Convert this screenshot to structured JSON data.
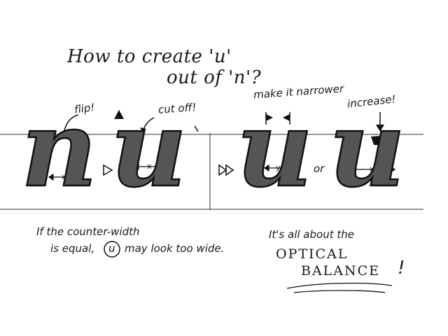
{
  "title": {
    "line1": "How to create 'u'",
    "line2": "out of 'n'?"
  },
  "annotations": {
    "flip": "flip!",
    "cut_off": "cut off!",
    "make_narrower": "make it narrower",
    "increase": "increase!",
    "or": "or"
  },
  "glyphs": {
    "n": "n",
    "u1": "u",
    "u2": "u",
    "u3": "u"
  },
  "widths": {
    "x1": "x",
    "x2": "x",
    "y": "y",
    "x3": "x"
  },
  "notes": {
    "left_line1": "If the counter-width",
    "left_line2_a": "is equal,",
    "left_line2_u": "u",
    "left_line2_b": "may look too wide.",
    "right_line1": "It's all about the",
    "right_line2": "OPTICAL",
    "right_line3": "BALANCE",
    "right_exclaim": "!"
  }
}
